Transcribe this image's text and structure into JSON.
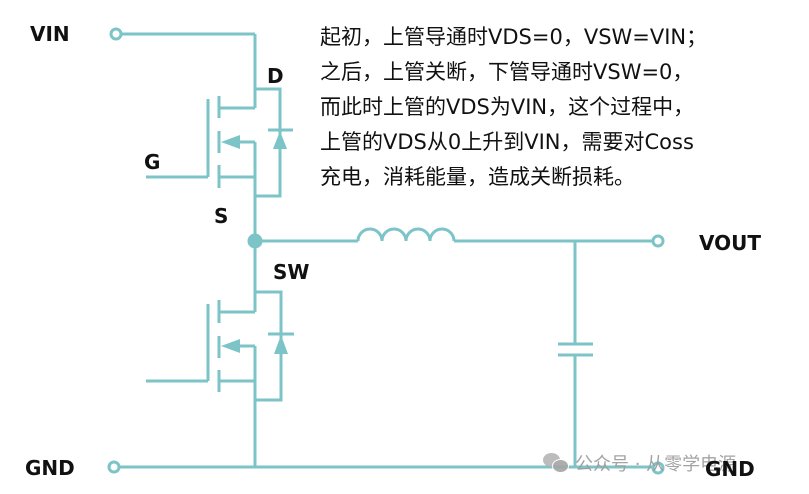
{
  "colors": {
    "wire": "#7cc4c8",
    "text": "#111111",
    "watermark": "#9a9a9a"
  },
  "labels": {
    "vin": "VIN",
    "d": "D",
    "g": "G",
    "s": "S",
    "sw": "SW",
    "vout": "VOUT",
    "gnd_left": "GND",
    "gnd_right": "GND"
  },
  "description": {
    "lines": [
      "起初，上管导通时VDS=0，VSW=VIN；",
      "之后，上管关断，下管导通时VSW=0，",
      "而此时上管的VDS为VIN，这个过程中，",
      "上管的VDS从0上升到VIN，需要对Coss",
      "充电，消耗能量，造成关断损耗。"
    ]
  },
  "watermark": {
    "icon": "wechat-icon",
    "text": "公众号 · 从零学电源"
  }
}
